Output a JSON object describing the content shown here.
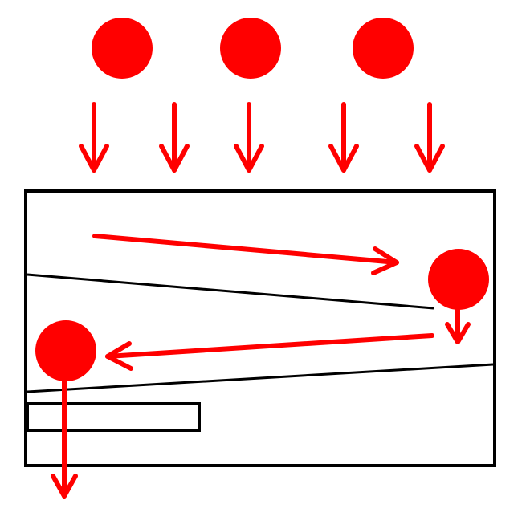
{
  "diagram": {
    "description_text": "",
    "colors": {
      "particle": "#ff0000",
      "arrow": "#ff0000",
      "outline": "#000000",
      "background": "#ffffff"
    },
    "elements": {
      "incoming_particles": 3,
      "incoming_arrows": 5,
      "container": "rectangle",
      "upper_deflector": "sloped-line",
      "lower_deflector": "sloped-line",
      "outlet_slot": "rectangle",
      "particle_path": [
        "move-right",
        "drop",
        "move-left",
        "exit-down"
      ]
    }
  }
}
